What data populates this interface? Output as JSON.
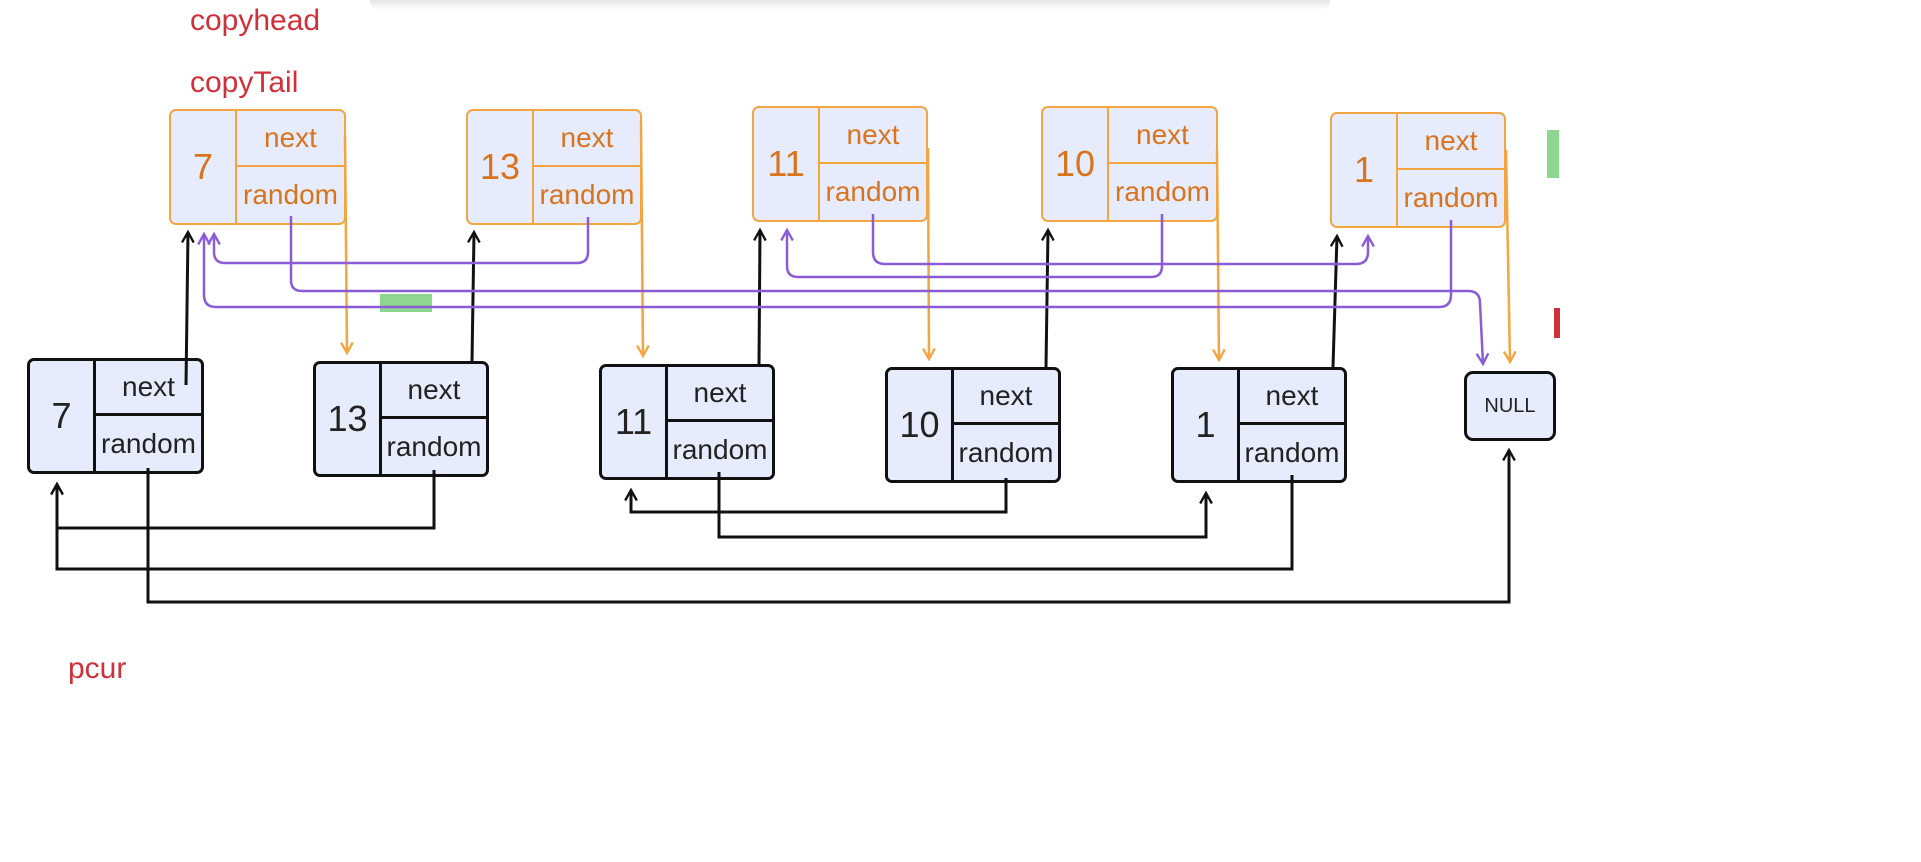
{
  "labels": {
    "copyhead": "copyhead",
    "copytail": "copyTail",
    "pcur": "pcur",
    "null_label": "NULL"
  },
  "fields": {
    "next": "next",
    "random": "random"
  },
  "original_nodes": [
    "7",
    "13",
    "11",
    "10",
    "1"
  ],
  "copy_nodes": [
    "7",
    "13",
    "11",
    "10",
    "1"
  ],
  "icons": {
    "text_cursor": "text-cursor-icon"
  },
  "colors": {
    "label_red": "#d0303a",
    "copy_orange": "#f2a541",
    "copy_text_orange": "#d9731e",
    "random_purple": "#8a5cd8",
    "link_black": "#111111",
    "node_fill": "#e6ecfb",
    "highlight_green": "#8fd68f"
  }
}
